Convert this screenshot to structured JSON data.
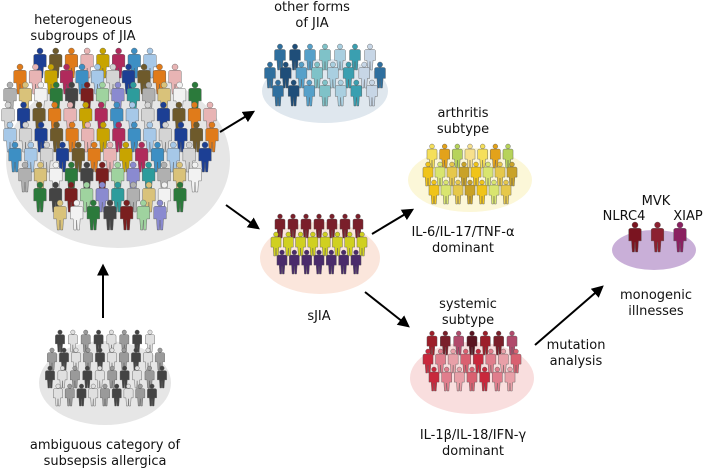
{
  "labels": {
    "heterogeneous_line1": "heterogeneous",
    "heterogeneous_line2": "subgroups of JIA",
    "other_line1": "other forms",
    "other_line2": "of JIA",
    "arthritis_line1": "arthritis",
    "arthritis_line2": "subtype",
    "arthritis_cytokines_line1": "IL-6/IL-17/TNF-α",
    "arthritis_cytokines_line2": "dominant",
    "sjia": "sJIA",
    "systemic_line1": "systemic",
    "systemic_line2": "subtype",
    "systemic_cytokines_line1": "IL-1β/IL-18/IFN-γ",
    "systemic_cytokines_line2": "dominant",
    "mutation_line1": "mutation",
    "mutation_line2": "analysis",
    "mvk": "MVK",
    "nlrc4": "NLRC4",
    "xiap": "XIAP",
    "monogenic_line1": "monogenic",
    "monogenic_line2": "illnesses",
    "ambiguous_line1": "ambiguous category of",
    "ambiguous_line2": "subsepsis allergica"
  },
  "colors": {
    "big_ellipse": "#e6e6e6",
    "other_ellipse": "#dfe7ee",
    "arthritis_ellipse": "#fcf7d8",
    "sjia_ellipse": "#fbe6dc",
    "systemic_ellipse": "#f9dede",
    "monogenic_ellipse": "#c9afd8",
    "ambiguous_ellipse": "#e6e6e6",
    "arrow": "#000000"
  },
  "groups": [
    {
      "id": "heterogeneous",
      "palette": [
        "#1c3f94",
        "#2b7a3b",
        "#e07b1a",
        "#7a1f1f",
        "#c8a400",
        "#8a8ad0",
        "#3d8fc4",
        "#b0b0b0",
        "#d4d4d4",
        "#f2f2f2",
        "#6e5a2b",
        "#444444",
        "#e8b4b4",
        "#9fd39f",
        "#b02a5c",
        "#2d9c9c",
        "#a6c8e8",
        "#d9c27a"
      ]
    },
    {
      "id": "other",
      "palette": [
        "#2f6f9e",
        "#3a9fb0",
        "#7fc2c8",
        "#1f4e79",
        "#c7d6e6",
        "#a9cfe0",
        "#56a0c9"
      ]
    },
    {
      "id": "arthritis",
      "palette": [
        "#f5df5a",
        "#f0c419",
        "#e3a21a",
        "#d9e56f",
        "#b7d35a",
        "#e6c84b",
        "#f7e08c",
        "#c9a227"
      ]
    },
    {
      "id": "sjia",
      "palette": [
        "#7a1f2a",
        "#b0265c",
        "#f08ab0",
        "#d9b3e6",
        "#e6e61f",
        "#4a2b6b",
        "#9c2f2f",
        "#c9a0c9",
        "#7ad07a",
        "#d0d020"
      ]
    },
    {
      "id": "systemic",
      "palette": [
        "#9c1f2a",
        "#c8283c",
        "#7a1f2a",
        "#e07d8c",
        "#b04a6b",
        "#e8a0a8",
        "#5a1420",
        "#d96070"
      ]
    },
    {
      "id": "ambiguous",
      "palette": [
        "#444444",
        "#6e6e6e",
        "#9a9a9a",
        "#c2c2c2",
        "#e0e0e0",
        "#2f2f2f"
      ]
    },
    {
      "id": "monogenic",
      "palette": [
        "#7a1420",
        "#8c2030",
        "#8a2060"
      ]
    }
  ]
}
